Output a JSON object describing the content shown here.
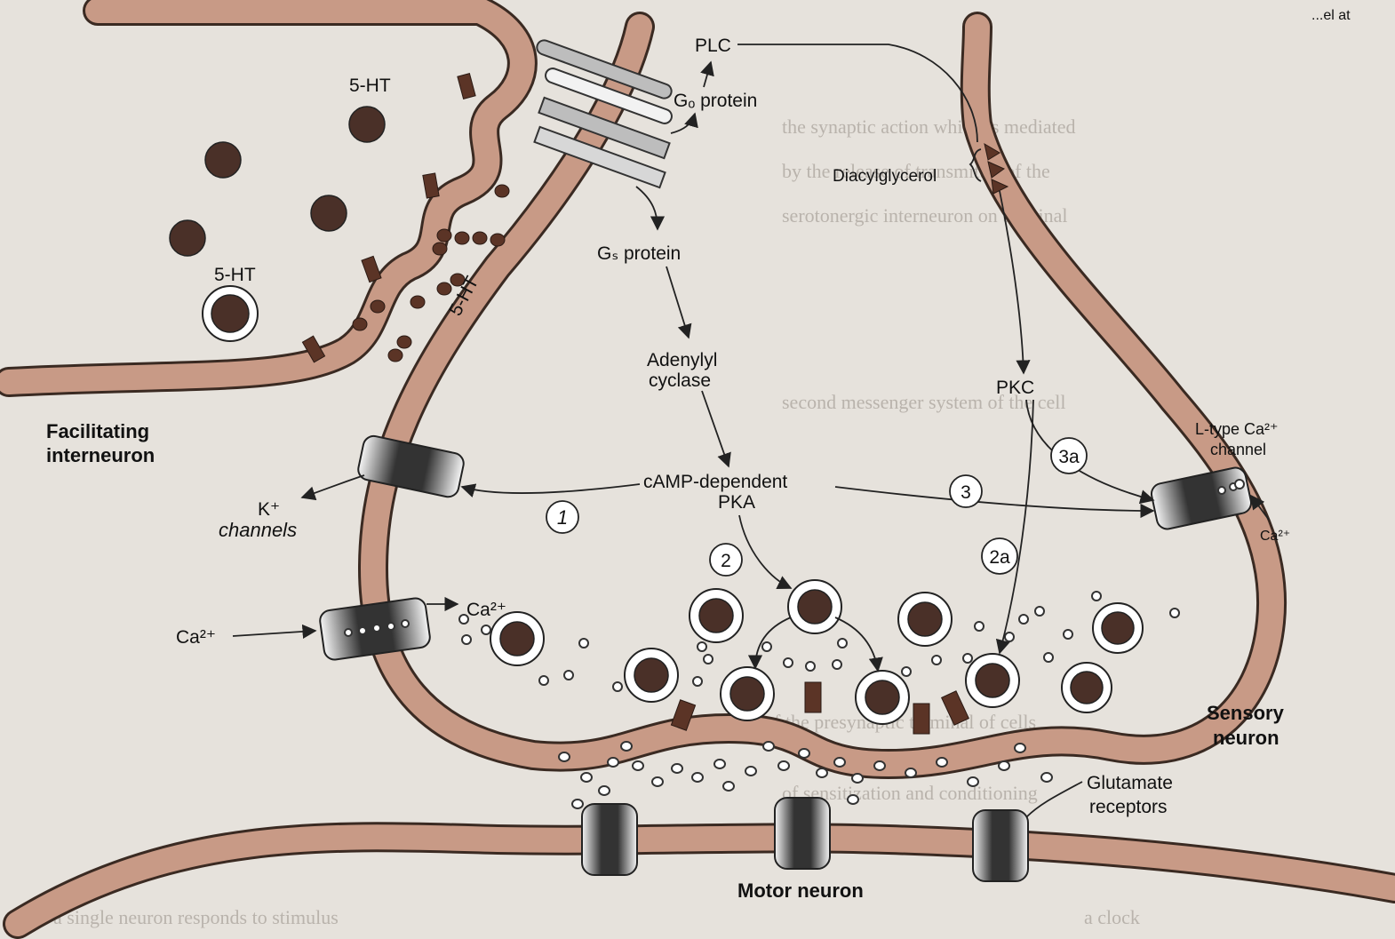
{
  "labels": {
    "ht_top": "5-HT",
    "ht_left": "5-HT",
    "ht_cleft": "5-HT",
    "plc": "PLC",
    "gq_protein": "Gₒ protein",
    "gs_protein": "Gₛ protein",
    "diacylglycerol": "Diacylglycerol",
    "adenylyl_1": "Adenylyl",
    "adenylyl_2": "cyclase",
    "pkc": "PKC",
    "facilitating_1": "Facilitating",
    "facilitating_2": "interneuron",
    "camp_1": "cAMP-dependent",
    "camp_2": "PKA",
    "k_channels_1": "K⁺",
    "k_channels_2": "channels",
    "ltype_1": "L-type Ca²⁺",
    "ltype_2": "channel",
    "ca_right": "Ca²⁺",
    "ca_left": "Ca²⁺",
    "ca_inside": "Ca²⁺",
    "sensory_1": "Sensory",
    "sensory_2": "neuron",
    "glutamate_1": "Glutamate",
    "glutamate_2": "receptors",
    "motor": "Motor neuron",
    "corner": "...el at"
  },
  "pathways": {
    "p1": "1",
    "p2": "2",
    "p3": "3",
    "p2a": "2a",
    "p3a": "3a"
  },
  "colors": {
    "membrane_fill": "#c89a86",
    "membrane_edge": "#3a2a22",
    "vesicle_core": "#4a3028",
    "page": "#e6e2dc"
  }
}
